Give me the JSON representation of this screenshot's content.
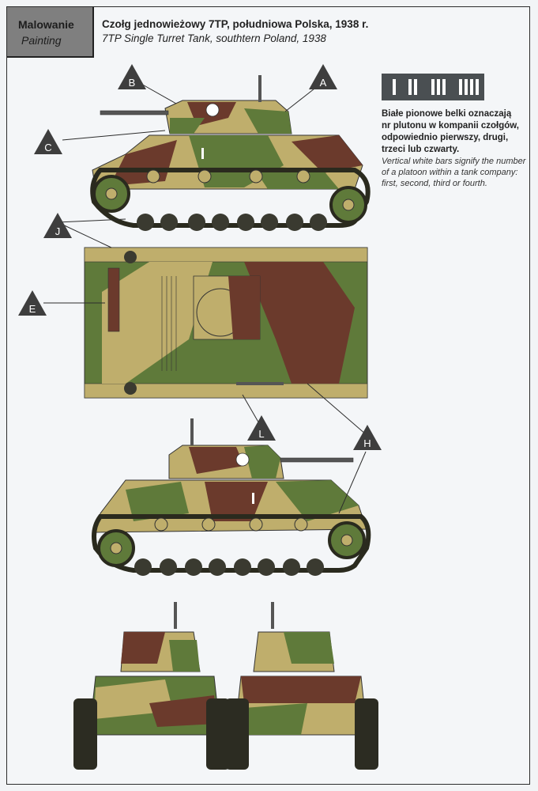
{
  "header": {
    "tag_pl": "Malowanie",
    "tag_en": "Painting",
    "title_pl": "Czołg jednowieżowy 7TP, południowa Polska, 1938 r.",
    "title_en": "7TP Single Turret Tank, southtern Poland, 1938"
  },
  "note": {
    "pl_lines": [
      "Białe pionowe belki oznaczają",
      "nr plutonu w kompanii czołgów,",
      "odpowiednio pierwszy, drugi,",
      "trzeci lub czwarty."
    ],
    "en_lines": [
      "Vertical white bars signify the number",
      "of a platoon within a tank company:",
      "first, second, third or fourth."
    ]
  },
  "markers": {
    "A": "A",
    "B": "B",
    "C": "C",
    "E": "E",
    "H": "H",
    "J": "J",
    "L": "L"
  },
  "colors": {
    "sand": "#bfae6c",
    "green": "#5f7a3a",
    "brown": "#6b3a2c",
    "marker": "#3e3e3e",
    "border": "#2c2c2c"
  }
}
